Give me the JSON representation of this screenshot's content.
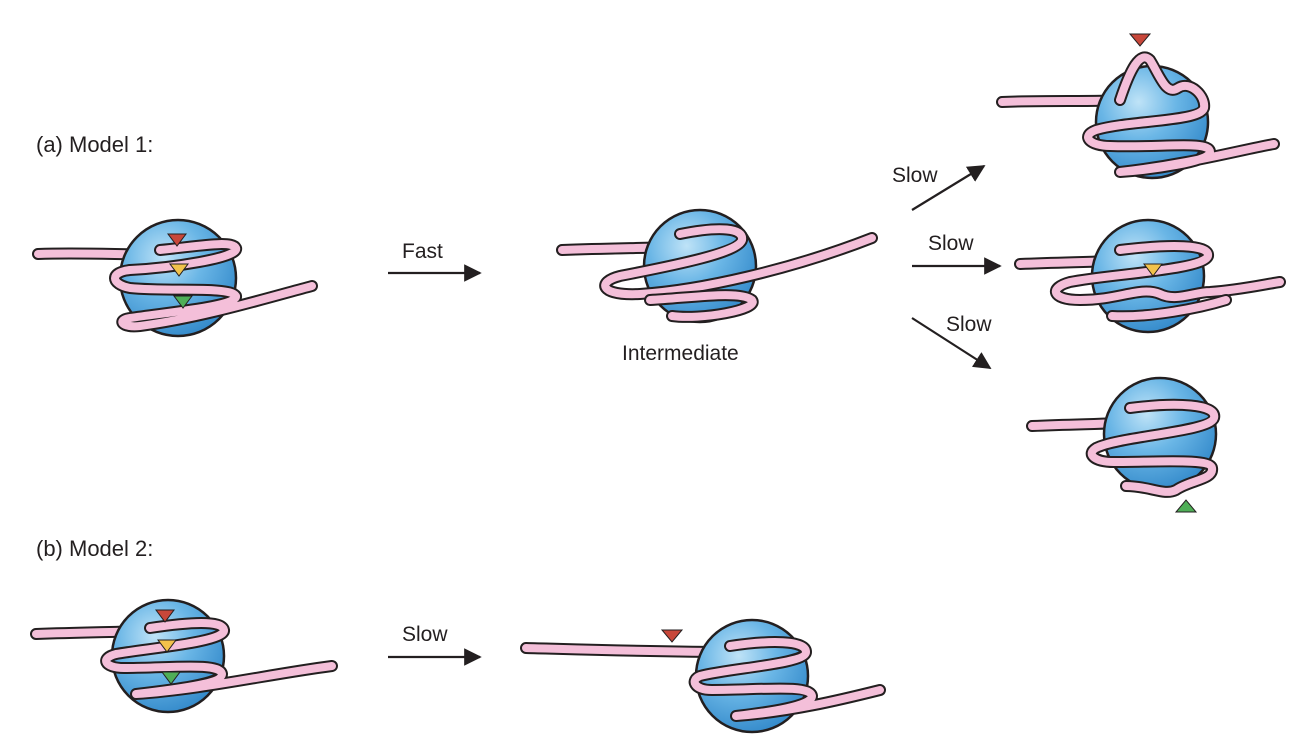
{
  "panels": {
    "a": {
      "label": "(a)  Model 1:"
    },
    "b": {
      "label": "(b)  Model 2:"
    }
  },
  "arrows": {
    "a_fast": "Fast",
    "a_slow_up": "Slow",
    "a_slow_mid": "Slow",
    "a_slow_down": "Slow",
    "b_slow": "Slow"
  },
  "states": {
    "intermediate": "Intermediate"
  },
  "colors": {
    "sphere": "#55a8df",
    "sphere_highlight": "#bfe3f7",
    "ribbon": "#f4bfd9",
    "outline": "#231f20",
    "tag_red": "#c8473a",
    "tag_yellow": "#f2c24b",
    "tag_green": "#4fae57",
    "text": "#231f20"
  },
  "markers": [
    "red-triangle-tag",
    "yellow-triangle-tag",
    "green-triangle-tag"
  ]
}
